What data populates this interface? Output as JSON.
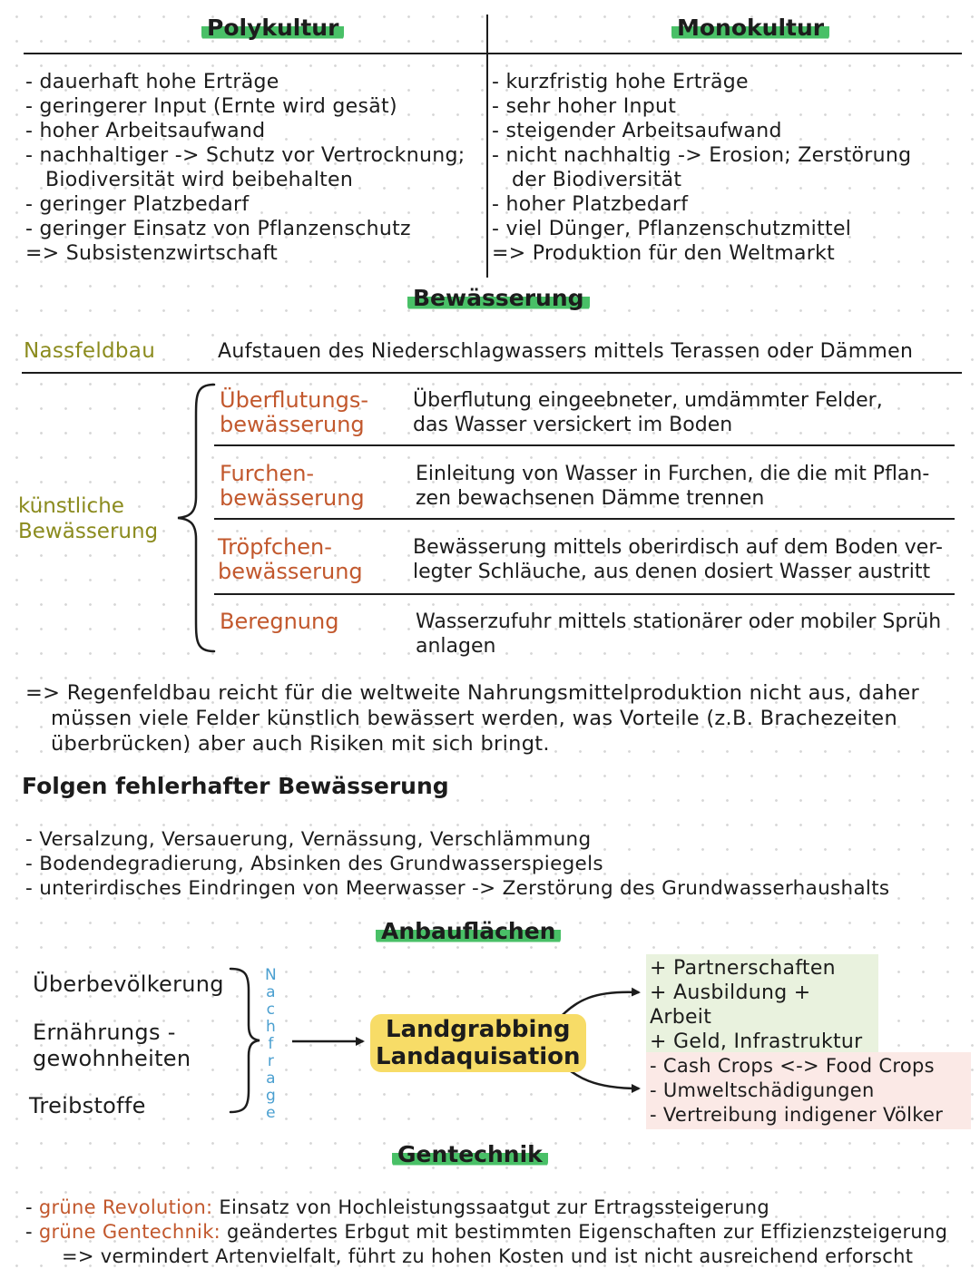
{
  "kultur": {
    "poly": {
      "title": "Polykultur",
      "items": [
        "- dauerhaft hohe Erträge",
        "- geringerer Input (Ernte wird gesät)",
        "- hoher Arbeitsaufwand",
        "- nachhaltiger -> Schutz vor Vertrocknung;",
        "  Biodiversität wird beibehalten",
        "- geringer Platzbedarf",
        "- geringer Einsatz von Pflanzenschutz",
        "=> Subsistenzwirtschaft"
      ]
    },
    "mono": {
      "title": "Monokultur",
      "items": [
        "- kurzfristig hohe Erträge",
        "- sehr hoher Input",
        "- steigender Arbeitsaufwand",
        "- nicht nachhaltig -> Erosion; Zerstörung",
        "  der Biodiversität",
        "- hoher Platzbedarf",
        "- viel Dünger, Pflanzenschutzmittel",
        "=> Produktion für den Weltmarkt"
      ]
    }
  },
  "bewaesserung": {
    "title": "Bewässerung",
    "nassfeld": {
      "label": "Nassfeldbau",
      "desc": "Aufstauen des Niederschlagwassers mittels Terassen oder Dämmen"
    },
    "kuenstlich": {
      "label_1": "künstliche",
      "label_2": "Bewässerung",
      "rows": [
        {
          "term_1": "Überflutungs-",
          "term_2": "bewässerung",
          "desc_1": "Überflutung eingeebneter, umdämmter Felder,",
          "desc_2": "das Wasser versickert im Boden"
        },
        {
          "term_1": "Furchen-",
          "term_2": "bewässerung",
          "desc_1": "Einleitung von Wasser in Furchen, die die mit Pflan-",
          "desc_2": "zen bewachsenen Dämme trennen"
        },
        {
          "term_1": "Tröpfchen-",
          "term_2": "bewässerung",
          "desc_1": "Bewässerung mittels oberirdisch auf dem Boden ver-",
          "desc_2": "legter Schläuche, aus denen dosiert Wasser austritt"
        },
        {
          "term_1": "Beregnung",
          "term_2": "",
          "desc_1": "Wasserzufuhr mittels stationärer oder mobiler Sprüh",
          "desc_2": "anlagen"
        }
      ]
    },
    "conclusion": [
      "=> Regenfeldbau reicht für die weltweite Nahrungsmittelproduktion nicht aus, daher",
      "müssen viele Felder künstlich bewässert werden, was Vorteile (z.B. Brachezeiten",
      "überbrücken) aber auch Risiken mit sich bringt."
    ]
  },
  "folgen": {
    "title": "Folgen fehlerhafter Bewässerung",
    "items": [
      "- Versalzung, Versauerung, Vernässung, Verschlämmung",
      "- Bodendegradierung, Absinken des Grundwasserspiegels",
      "- unterirdisches Eindringen von Meerwasser -> Zerstörung des Grundwasserhaushalts"
    ]
  },
  "anbau": {
    "title": "Anbauflächen",
    "causes": [
      "Überbevölkerung",
      "Ernährungs -",
      "gewohnheiten",
      "Treibstoffe"
    ],
    "nachfrage": [
      "N",
      "a",
      "c",
      "h",
      "f",
      "r",
      "a",
      "g",
      "e"
    ],
    "center_1": "Landgrabbing",
    "center_2": "Landaquisation",
    "positive": [
      "+ Partnerschaften",
      "+ Ausbildung + Arbeit",
      "+ Geld, Infrastruktur"
    ],
    "negative": [
      "- Cash Crops <-> Food Crops",
      "- Umweltschädigungen",
      "- Vertreibung indigener Völker"
    ]
  },
  "gentechnik": {
    "title": "Gentechnik",
    "r1_term": "grüne Revolution:",
    "r1_text": " Einsatz von Hochleistungssaatgut zur Ertragssteigerung",
    "r2_term": "grüne Gentechnik:",
    "r2_text": " geändertes Erbgut mit bestimmten Eigenschaften zur Effizienzsteigerung",
    "r3_text": "=> vermindert Artenvielfalt, führt zu hohen Kosten und ist nicht ausreichend erforscht"
  },
  "colors": {
    "highlight_green": "#49c067",
    "olive": "#8b8b1e",
    "rust": "#c2582d",
    "blue": "#4a9fd0",
    "yellow": "#f7dc67",
    "pos_bg": "#e9f2de",
    "neg_bg": "#fbe9e6"
  }
}
